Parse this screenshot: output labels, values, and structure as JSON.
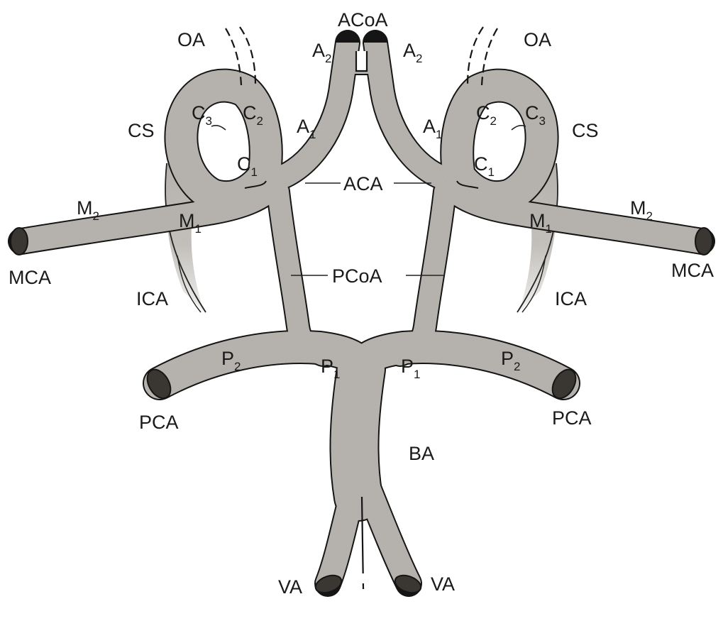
{
  "colors": {
    "vessel_fill": "#b9b6b1",
    "vessel_outline": "#151515",
    "cut_end": "#3a3632",
    "ica_shade": "#d2cfca",
    "background": "#ffffff",
    "text": "#1a1a1a"
  },
  "labels": {
    "acoa": "ACoA",
    "a2_left": {
      "main": "A",
      "sub": "2"
    },
    "a2_right": {
      "main": "A",
      "sub": "2"
    },
    "a1_left": {
      "main": "A",
      "sub": "1"
    },
    "a1_right": {
      "main": "A",
      "sub": "1"
    },
    "oa_left": "OA",
    "oa_right": "OA",
    "cs_left": "CS",
    "cs_right": "CS",
    "c1_left": {
      "main": "C",
      "sub": "1"
    },
    "c2_left": {
      "main": "C",
      "sub": "2"
    },
    "c3_left": {
      "main": "C",
      "sub": "3"
    },
    "c1_right": {
      "main": "C",
      "sub": "1"
    },
    "c2_right": {
      "main": "C",
      "sub": "2"
    },
    "c3_right": {
      "main": "C",
      "sub": "3"
    },
    "aca": "ACA",
    "m1_left": {
      "main": "M",
      "sub": "1"
    },
    "m2_left": {
      "main": "M",
      "sub": "2"
    },
    "m1_right": {
      "main": "M",
      "sub": "1"
    },
    "m2_right": {
      "main": "M",
      "sub": "2"
    },
    "mca_left": "MCA",
    "mca_right": "MCA",
    "pcoa": "PCoA",
    "ica_left": "ICA",
    "ica_right": "ICA",
    "p1_left": {
      "main": "P",
      "sub": "1"
    },
    "p2_left": {
      "main": "P",
      "sub": "2"
    },
    "p1_right": {
      "main": "P",
      "sub": "1"
    },
    "p2_right": {
      "main": "P",
      "sub": "2"
    },
    "pca_left": "PCA",
    "pca_right": "PCA",
    "ba": "BA",
    "va_left": "VA",
    "va_right": "VA"
  }
}
